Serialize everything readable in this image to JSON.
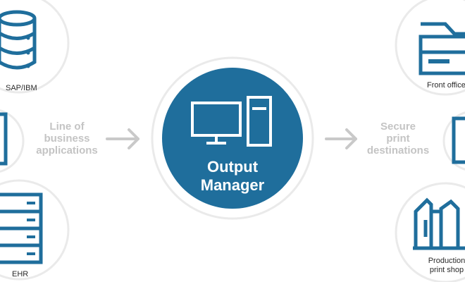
{
  "colors": {
    "primary": "#1f6e9c",
    "ring": "#eaeaea",
    "arrow": "#c9c9c9",
    "text_light": "#c4c4c4",
    "text_dark": "#2a2a2a"
  },
  "center": {
    "title_line1": "Output",
    "title_line2": "Manager",
    "icon": "desktop-computer-icon"
  },
  "left_flow": {
    "line1": "Line of",
    "line2": "business",
    "line3": "applications"
  },
  "right_flow": {
    "line1": "Secure",
    "line2": "print",
    "line3": "destinations"
  },
  "sources": [
    {
      "label": "SAP/IBM",
      "icon": "database-icon"
    },
    {
      "label": "",
      "icon": "server-icon"
    },
    {
      "label": "EHR",
      "icon": "file-cabinet-icon"
    }
  ],
  "destinations": [
    {
      "label": "Front office",
      "icon": "multifunction-printer-icon"
    },
    {
      "label": "",
      "icon": "printer-icon"
    },
    {
      "label_line1": "Production",
      "label_line2": "print shop",
      "icon": "production-press-icon"
    }
  ]
}
